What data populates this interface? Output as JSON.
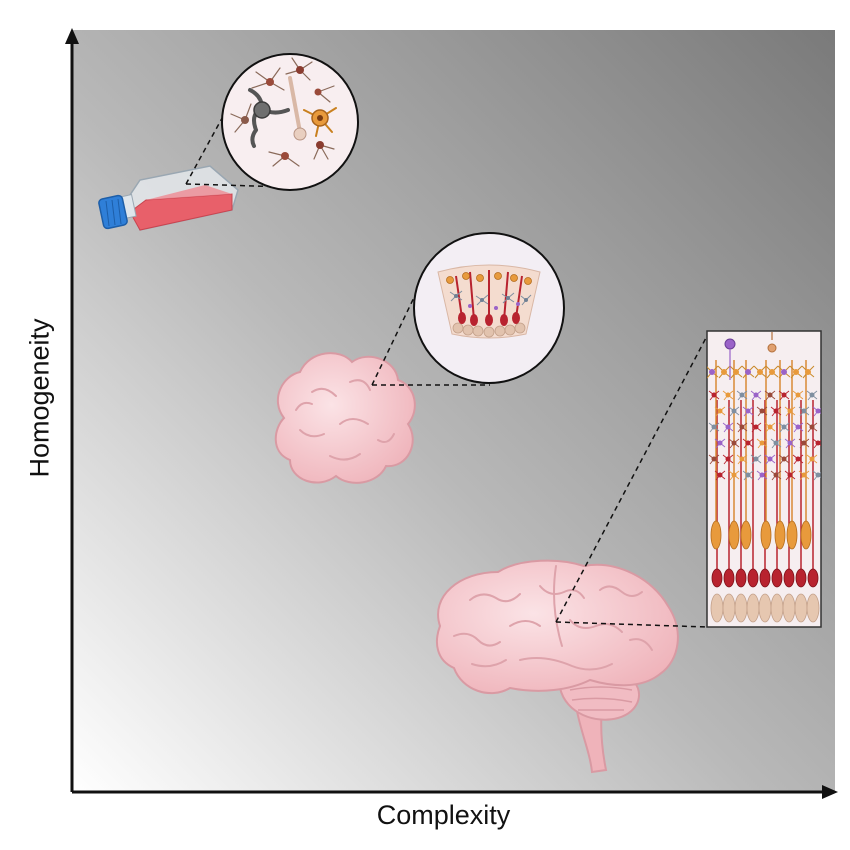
{
  "axes": {
    "x_label": "Complexity",
    "y_label": "Homogeneity"
  },
  "models": [
    {
      "name": "cell-culture-flask",
      "inset": "dissociated-neurons-inset"
    },
    {
      "name": "brain-organoid",
      "inset": "organoid-layer-inset"
    },
    {
      "name": "human-brain",
      "inset": "cortical-column-inset"
    }
  ],
  "colors": {
    "tissue_pink": "#f2bcc2",
    "culture_medium": "#e8606a",
    "flask_cap": "#2f7fd8",
    "neuron_red": "#b8232f",
    "neuron_orange": "#e89a3c",
    "glia_purple": "#9a63c8"
  }
}
